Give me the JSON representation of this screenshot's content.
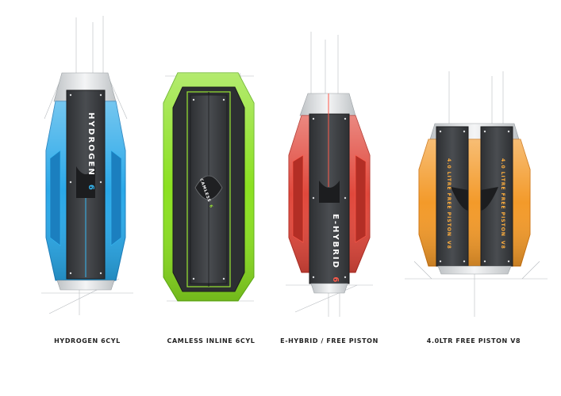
{
  "engines": [
    {
      "caption": "HYDROGEN 6CYL",
      "mark_text": "HYDROGEN",
      "mark_accent": "6",
      "colors": {
        "shell": "#2aa8e8",
        "shell_dark": "#1b7fbf",
        "accent": "#35b6f0"
      }
    },
    {
      "caption": "CAMLESS INLINE 6CYL",
      "mark_text": "CAMLESS",
      "mark_accent": "6",
      "colors": {
        "shell": "#8be021",
        "shell_dark": "#5fb114",
        "accent": "#9ae832"
      }
    },
    {
      "caption": "E-HYBRID / FREE PISTON",
      "mark_text": "E-HYBRID",
      "mark_accent": "6",
      "colors": {
        "shell": "#e0483c",
        "shell_dark": "#b32e25",
        "accent": "#ff5a4a"
      }
    },
    {
      "caption": "4.0LTR FREE PISTON V8",
      "mark_text": "4.0 LITRE FREE PISTON",
      "mark_accent": "V8",
      "colors": {
        "shell": "#f39a2a",
        "shell_dark": "#d07612",
        "accent": "#ffae3d"
      }
    }
  ]
}
